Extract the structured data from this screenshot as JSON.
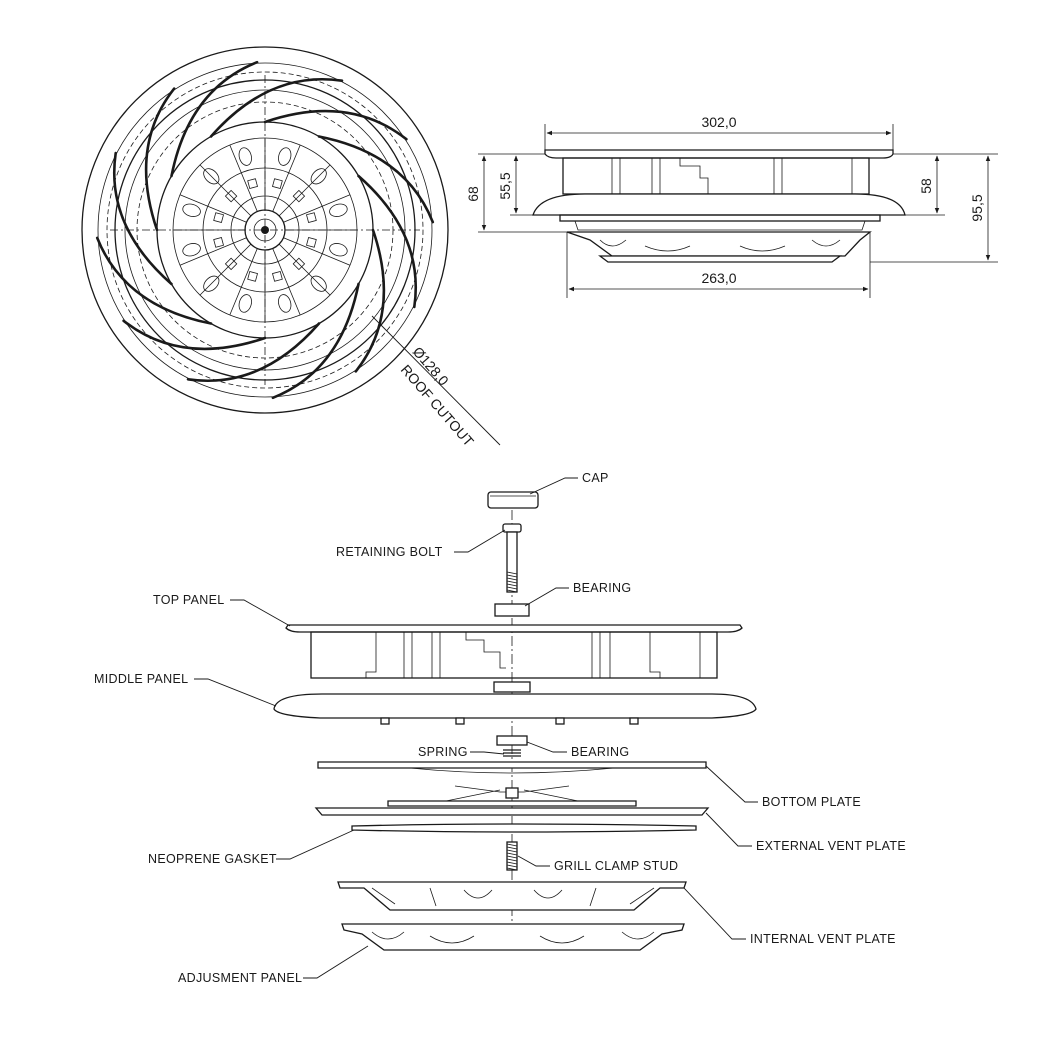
{
  "top_view": {
    "cutout_diameter": "Ø128,0",
    "cutout_label": "ROOF CUTOUT"
  },
  "side_view": {
    "width_top": "302,0",
    "width_bottom": "263,0",
    "height_68": "68",
    "height_55": "55,5",
    "height_58": "58",
    "height_95": "95,5"
  },
  "parts": {
    "cap": "CAP",
    "retaining_bolt": "RETAINING BOLT",
    "bearing_top": "BEARING",
    "top_panel": "TOP PANEL",
    "middle_panel": "MIDDLE PANEL",
    "spring": "SPRING",
    "bearing_bottom": "BEARING",
    "bottom_plate": "BOTTOM PLATE",
    "external_vent_plate": "EXTERNAL VENT PLATE",
    "neoprene_gasket": "NEOPRENE GASKET",
    "grill_clamp_stud": "GRILL CLAMP STUD",
    "internal_vent_plate": "INTERNAL VENT PLATE",
    "adjustment_panel": "ADJUSMENT PANEL"
  }
}
